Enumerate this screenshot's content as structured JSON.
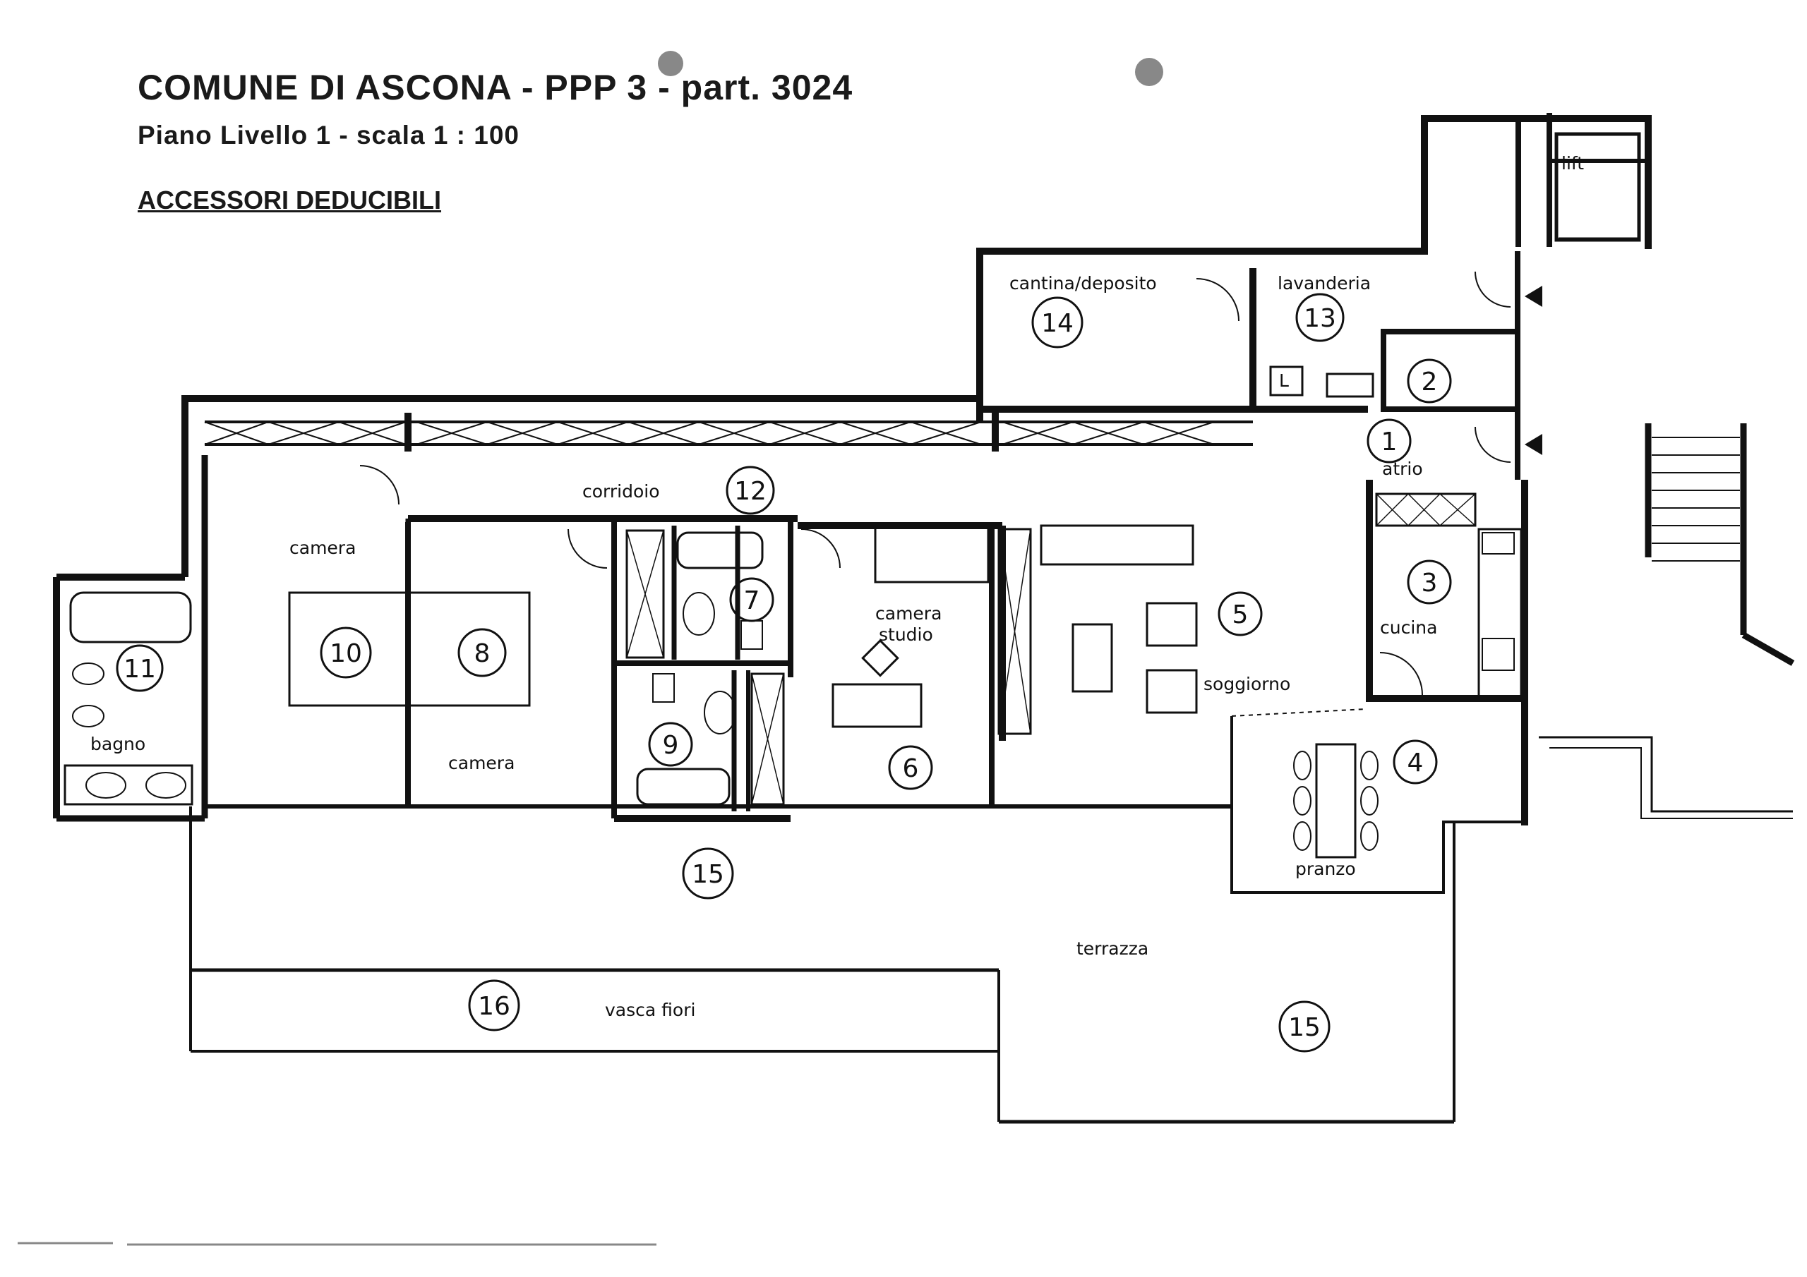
{
  "header": {
    "title": "COMUNE DI ASCONA - PPP  3 - part. 3024",
    "subtitle": "Piano Livello  1  -  scala  1 : 100",
    "note": "ACCESSORI DEDUCIBILI"
  },
  "rooms": {
    "lift": "lift",
    "cantina": "cantina/deposito",
    "lavanderia": "lavanderia",
    "laundry_box": "L",
    "corridoio": "corridoio",
    "atrio": "atrio",
    "camera_a": "camera",
    "camera_b": "camera",
    "camera_studio_1": "camera",
    "camera_studio_2": "studio",
    "cucina": "cucina",
    "soggiorno": "soggiorno",
    "bagno": "bagno",
    "pranzo": "pranzo",
    "terrazza": "terrazza",
    "vasca": "vasca  fiori"
  },
  "numbers": {
    "n1": "1",
    "n2": "2",
    "n3": "3",
    "n4": "4",
    "n5": "5",
    "n6": "6",
    "n7": "7",
    "n8": "8",
    "n9": "9",
    "n10": "10",
    "n11": "11",
    "n12": "12",
    "n13": "13",
    "n14": "14",
    "n15a": "15",
    "n15b": "15",
    "n16": "16"
  },
  "colors": {
    "ink": "#111111",
    "paper": "#ffffff"
  }
}
